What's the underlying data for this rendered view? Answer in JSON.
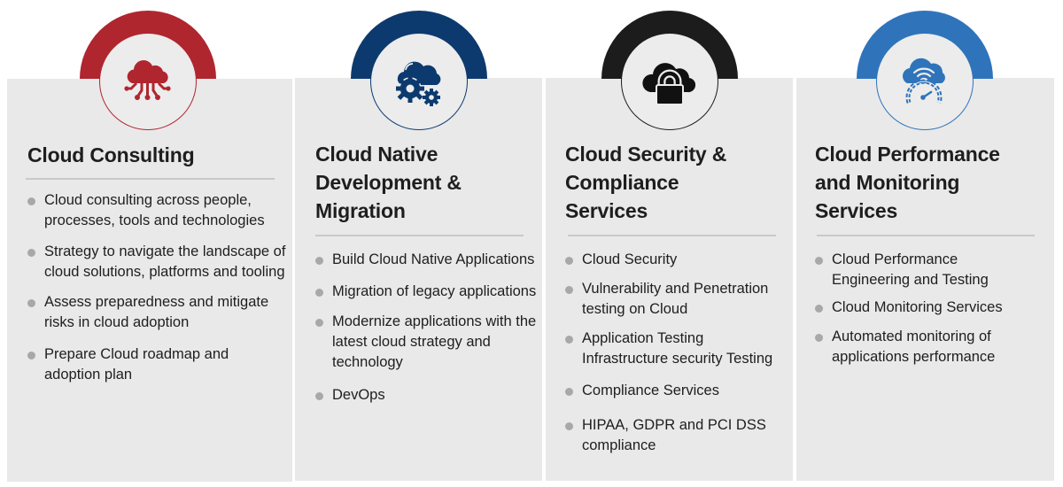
{
  "colors": {
    "panel_bg": "#e9e9e9",
    "badge_bg": "#ececec",
    "bullet": "#a8a8a8",
    "divider": "#c9c9c9",
    "text": "#1e1e1e"
  },
  "services": [
    {
      "title_lines": [
        "Cloud Consulting"
      ],
      "accent": "#b0262f",
      "icon": "cloud-network-icon",
      "items": [
        "Cloud consulting across people, processes, tools and technologies",
        "Strategy to navigate the landscape of cloud solutions, platforms and tooling",
        "Assess preparedness and mitigate risks in cloud adoption",
        "Prepare Cloud roadmap and adoption plan"
      ]
    },
    {
      "title_lines": [
        "Cloud Native",
        "Development &",
        "Migration"
      ],
      "accent": "#0d3a6e",
      "icon": "cloud-gears-icon",
      "items": [
        "Build Cloud Native Applications",
        "Migration of legacy applications",
        "Modernize applications with the latest cloud strategy and technology",
        "DevOps"
      ]
    },
    {
      "title_lines": [
        "Cloud Security &",
        "Compliance",
        "Services"
      ],
      "accent": "#1c1c1c",
      "icon": "cloud-lock-icon",
      "items": [
        "Cloud Security",
        "Vulnerability and Penetration testing on Cloud",
        "Application Testing Infrastructure security Testing",
        "Compliance Services",
        "HIPAA, GDPR and PCI DSS compliance"
      ]
    },
    {
      "title_lines": [
        "Cloud Performance",
        "and Monitoring",
        "Services"
      ],
      "accent": "#2f74bb",
      "icon": "cloud-speedometer-icon",
      "items": [
        "Cloud Performance Engineering and Testing",
        "Cloud Monitoring Services",
        "Automated monitoring of applications performance"
      ]
    }
  ]
}
